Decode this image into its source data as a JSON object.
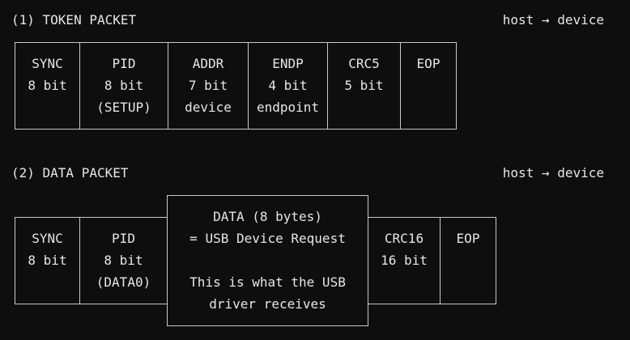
{
  "token": {
    "title": "(1) TOKEN PACKET",
    "direction": "host → device",
    "fields": [
      {
        "name": "SYNC",
        "bits": "8 bit",
        "note": ""
      },
      {
        "name": "PID",
        "bits": "8 bit",
        "note": "(SETUP)"
      },
      {
        "name": "ADDR",
        "bits": "7 bit",
        "note": "device"
      },
      {
        "name": "ENDP",
        "bits": "4 bit",
        "note": "endpoint"
      },
      {
        "name": "CRC5",
        "bits": "5 bit",
        "note": ""
      },
      {
        "name": "EOP",
        "bits": "",
        "note": ""
      }
    ]
  },
  "data": {
    "title": "(2) DATA PACKET",
    "direction": "host → device",
    "fields": [
      {
        "name": "SYNC",
        "bits": "8 bit",
        "note": ""
      },
      {
        "name": "PID",
        "bits": "8 bit",
        "note": "(DATA0)"
      },
      {
        "name": "CRC16",
        "bits": "16 bit",
        "note": ""
      },
      {
        "name": "EOP",
        "bits": "",
        "note": ""
      }
    ],
    "payload": {
      "line1": "DATA  (8 bytes)",
      "line2": "= USB Device Request",
      "line3": "This is what the USB",
      "line4": "driver receives"
    }
  }
}
